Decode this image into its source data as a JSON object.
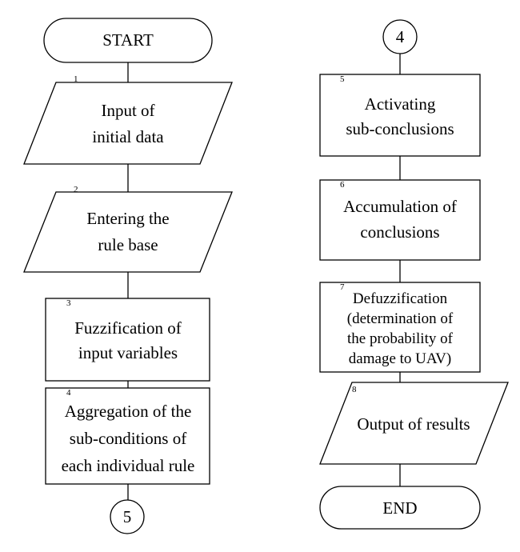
{
  "flowchart": {
    "start": {
      "label": "START"
    },
    "end": {
      "label": "END"
    },
    "connector_top": {
      "label": "4"
    },
    "connector_bottom": {
      "label": "5"
    },
    "steps": [
      {
        "num": "1",
        "lines": [
          "Input of",
          "initial data"
        ]
      },
      {
        "num": "2",
        "lines": [
          "Entering the",
          "rule base"
        ]
      },
      {
        "num": "3",
        "lines": [
          "Fuzzification of",
          "input variables"
        ]
      },
      {
        "num": "4",
        "lines": [
          "Aggregation of the",
          "sub-conditions of",
          "each individual rule"
        ]
      },
      {
        "num": "5",
        "lines": [
          "Activating",
          "sub-conclusions"
        ]
      },
      {
        "num": "6",
        "lines": [
          "Accumulation of",
          "conclusions"
        ]
      },
      {
        "num": "7",
        "lines": [
          "Defuzzification",
          "(determination of",
          "the probability of",
          "damage to UAV)"
        ]
      },
      {
        "num": "8",
        "lines": [
          "Output of results"
        ]
      }
    ]
  }
}
